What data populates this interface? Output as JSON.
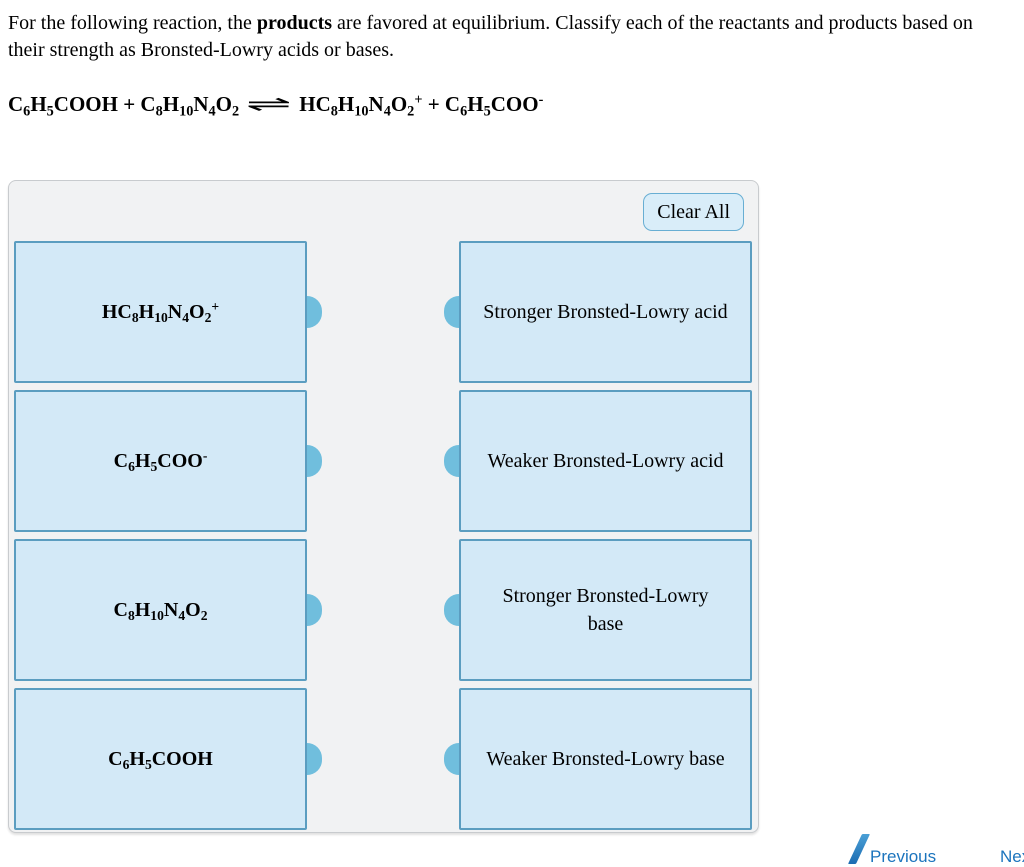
{
  "question": {
    "prefix": "For the following reaction, the ",
    "emphasis": "products",
    "suffix": " are favored at equilibrium. Classify each of the reactants and products based on their strength as Bronsted-Lowry acids or bases."
  },
  "equation": "C_6H_5COOH + C_8H_10N_4O_2 ⇌ HC_8H_10N_4O_2^+ + C_6H_5COO^-",
  "panel": {
    "clear_all_label": "Clear All",
    "rows": [
      {
        "left_formula": "HC_8H_10N_4O_2^+",
        "right_label": "Stronger Bronsted-Lowry acid"
      },
      {
        "left_formula": "C_6H_5COO^-",
        "right_label": "Weaker Bronsted-Lowry acid"
      },
      {
        "left_formula": "C_8H_10N_4O_2",
        "right_label": "Stronger Bronsted-Lowry base"
      },
      {
        "left_formula": "C_6H_5COOH",
        "right_label": "Weaker Bronsted-Lowry base"
      }
    ]
  },
  "nav": {
    "previous_label": "Previous",
    "next_label": "Next"
  },
  "colors": {
    "panel_bg": "#f1f2f3",
    "panel_border": "#c8cbce",
    "box_fill": "#d3e9f7",
    "box_border": "#5b9dc0",
    "connector": "#70bedd",
    "button_fill": "#d9edf9",
    "button_border": "#68aed3",
    "link_blue": "#1b74bd"
  }
}
